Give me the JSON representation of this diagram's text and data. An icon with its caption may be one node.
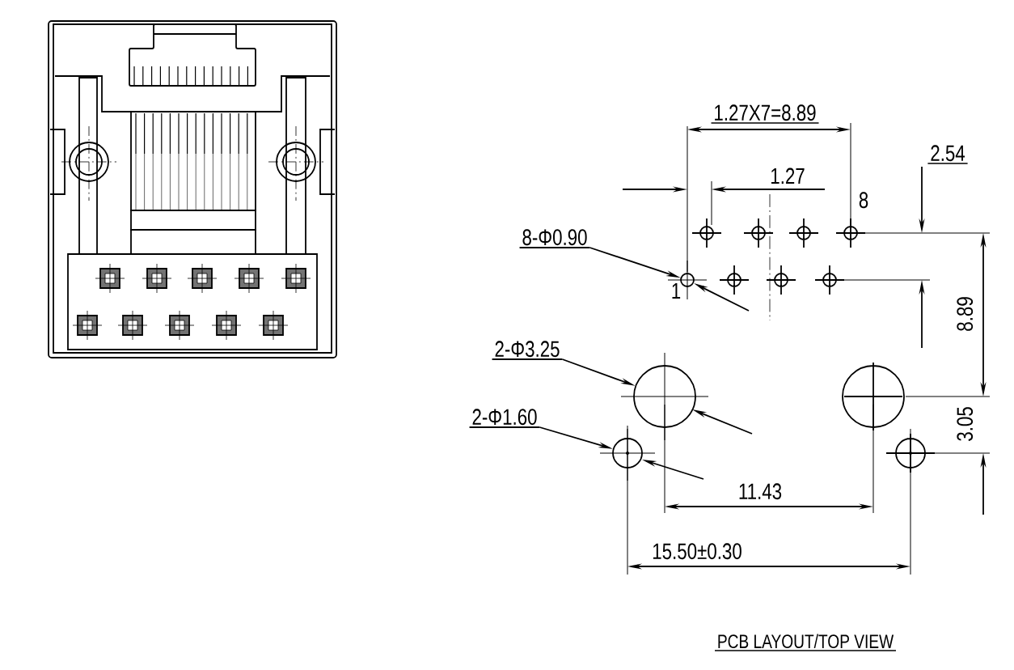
{
  "diagram": {
    "caption": "PCB LAYOUT/TOP VIEW",
    "nodes": [
      {
        "text": [
          "8-Φ0.90"
        ]
      },
      {
        "text": [],
        "shape": "circle"
      },
      {
        "text": [
          "2-Φ3.25"
        ]
      },
      {
        "text": [],
        "shape": "circle"
      },
      {
        "text": [
          "2-Φ1.60"
        ]
      },
      {
        "text": [],
        "shape": "circle"
      }
    ],
    "edges": [
      {
        "from": 0,
        "to": 1,
        "arrow": "to"
      },
      {
        "from": 2,
        "to": 3,
        "arrow": "to"
      },
      {
        "from": 4,
        "to": 5,
        "arrow": "to"
      }
    ],
    "labels": [
      "1.27X7=8.89",
      "1.27",
      "2.54",
      "8",
      "1",
      "8.89",
      "3.05",
      "11.43",
      "15.50±0.30"
    ]
  }
}
